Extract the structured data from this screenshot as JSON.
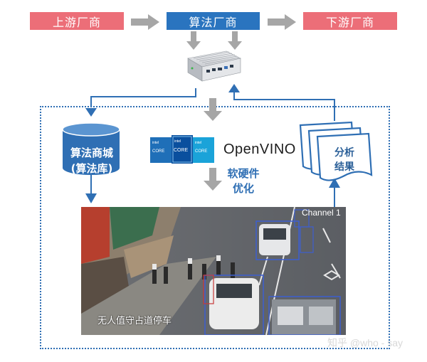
{
  "chain": {
    "upstream": "上游厂商",
    "algorithm_vendor": "算法厂商",
    "downstream": "下游厂商"
  },
  "store": {
    "line1": "算法商城",
    "line2": "(算法库)"
  },
  "optimization": {
    "line1": "软硬件",
    "line2": "优化"
  },
  "results": {
    "line1": "分析",
    "line2": "结果"
  },
  "openvino_logo": "OpenVINO",
  "intel_chips": [
    {
      "brand": "intel",
      "tier": "CORE",
      "color": "#1f6fb8"
    },
    {
      "brand": "intel",
      "tier": "CORE",
      "color": "#0a5bb0"
    },
    {
      "brand": "intel",
      "tier": "CORE",
      "color": "#1aa3d9"
    }
  ],
  "video": {
    "channel_label": "Channel 1",
    "caption": "无人值守占道停车"
  },
  "watermark": "知乎 @who - say",
  "colors": {
    "chain_side": "#ec6e78",
    "chain_center": "#2a74bf",
    "flow_blue": "#2f6fb4",
    "gray_arrow": "#a6a6a6"
  }
}
